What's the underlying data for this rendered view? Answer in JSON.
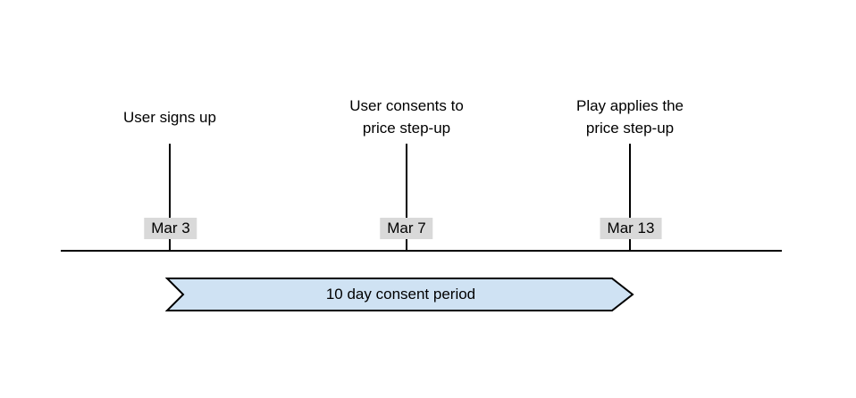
{
  "diagram": {
    "events": [
      {
        "title": "User signs up",
        "date": "Mar 3"
      },
      {
        "title": "User consents to\nprice step-up",
        "date": "Mar 7"
      },
      {
        "title": "Play applies the\nprice step-up",
        "date": "Mar 13"
      }
    ],
    "banner": {
      "label": "10 day consent period"
    },
    "colors": {
      "background": "#ffffff",
      "line": "#000000",
      "text": "#000000",
      "date_label_bg": "#d9d9d9",
      "banner_fill": "#cfe2f3",
      "banner_stroke": "#000000"
    }
  }
}
